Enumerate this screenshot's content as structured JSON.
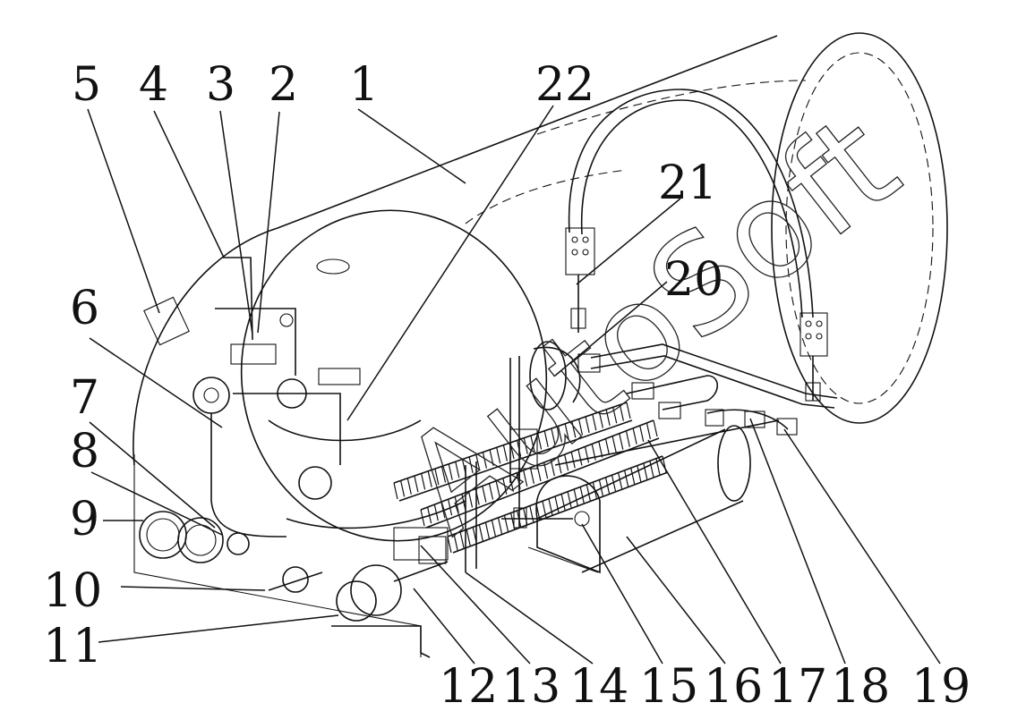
{
  "labels": [
    {
      "id": "1",
      "text": "1"
    },
    {
      "id": "2",
      "text": "2"
    },
    {
      "id": "3",
      "text": "3"
    },
    {
      "id": "4",
      "text": "4"
    },
    {
      "id": "5",
      "text": "5"
    },
    {
      "id": "6",
      "text": "6"
    },
    {
      "id": "7",
      "text": "7"
    },
    {
      "id": "8",
      "text": "8"
    },
    {
      "id": "9",
      "text": "9"
    },
    {
      "id": "10",
      "text": "10"
    },
    {
      "id": "11",
      "text": "11"
    },
    {
      "id": "12",
      "text": "12"
    },
    {
      "id": "13",
      "text": "13"
    },
    {
      "id": "14",
      "text": "14"
    },
    {
      "id": "15",
      "text": "15"
    },
    {
      "id": "16",
      "text": "16"
    },
    {
      "id": "17",
      "text": "17"
    },
    {
      "id": "18",
      "text": "18"
    },
    {
      "id": "19",
      "text": "19"
    },
    {
      "id": "20",
      "text": "20"
    },
    {
      "id": "21",
      "text": "21"
    },
    {
      "id": "22",
      "text": "22"
    }
  ],
  "watermark": "AutoSoft"
}
